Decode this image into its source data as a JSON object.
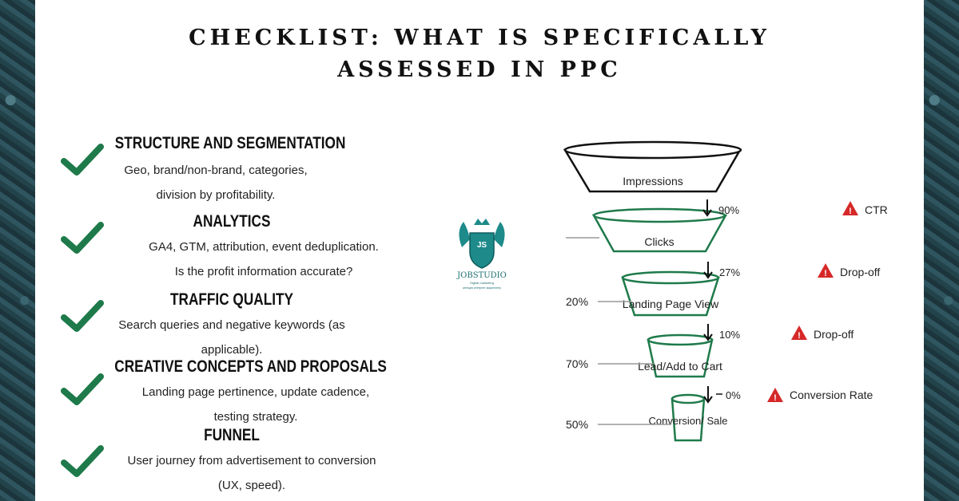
{
  "title": {
    "line1": "CHECKLIST: WHAT IS SPECIFICALLY",
    "line2": "ASSESSED IN PPC"
  },
  "checklist": [
    {
      "heading": "STRUCTURE AND SEGMENTATION",
      "desc_lines": [
        "Geo, brand/non-brand, categories,",
        "division by profitability."
      ]
    },
    {
      "heading": "ANALYTICS",
      "desc_lines": [
        "GA4, GTM, attribution, event deduplication.",
        "Is the profit information accurate?"
      ]
    },
    {
      "heading": "TRAFFIC QUALITY",
      "desc_lines": [
        "Search queries and negative keywords (as",
        "applicable)."
      ]
    },
    {
      "heading": "CREATIVE CONCEPTS AND PROPOSALS",
      "desc_lines": [
        "Landing page pertinence, update cadence,",
        "testing strategy."
      ]
    },
    {
      "heading": "FUNNEL",
      "desc_lines": [
        "User journey from advertisement to conversion",
        "(UX, speed)."
      ]
    }
  ],
  "logo": {
    "monogram": "JS",
    "name": "JOBSTUDIO",
    "tagline": "Digital marketing",
    "subtag": "агенция интернет-маркетингу"
  },
  "colors": {
    "accent": "#1e7a4a",
    "warning": "#d62828",
    "text": "#111111"
  },
  "funnel": {
    "stages": [
      "Impressions",
      "Clicks",
      "Landing Page View",
      "Lead/Add to Cart",
      "Conversion/ Sale"
    ],
    "transitions": [
      {
        "rate": "90%",
        "alert": "CTR"
      },
      {
        "rate": "27%",
        "alert": "Drop-off"
      },
      {
        "rate": "10%",
        "alert": "Drop-off"
      },
      {
        "rate": "0%",
        "alert": "Conversion Rate"
      }
    ],
    "side_labels": [
      "",
      "20%",
      "70%",
      "50%"
    ]
  }
}
